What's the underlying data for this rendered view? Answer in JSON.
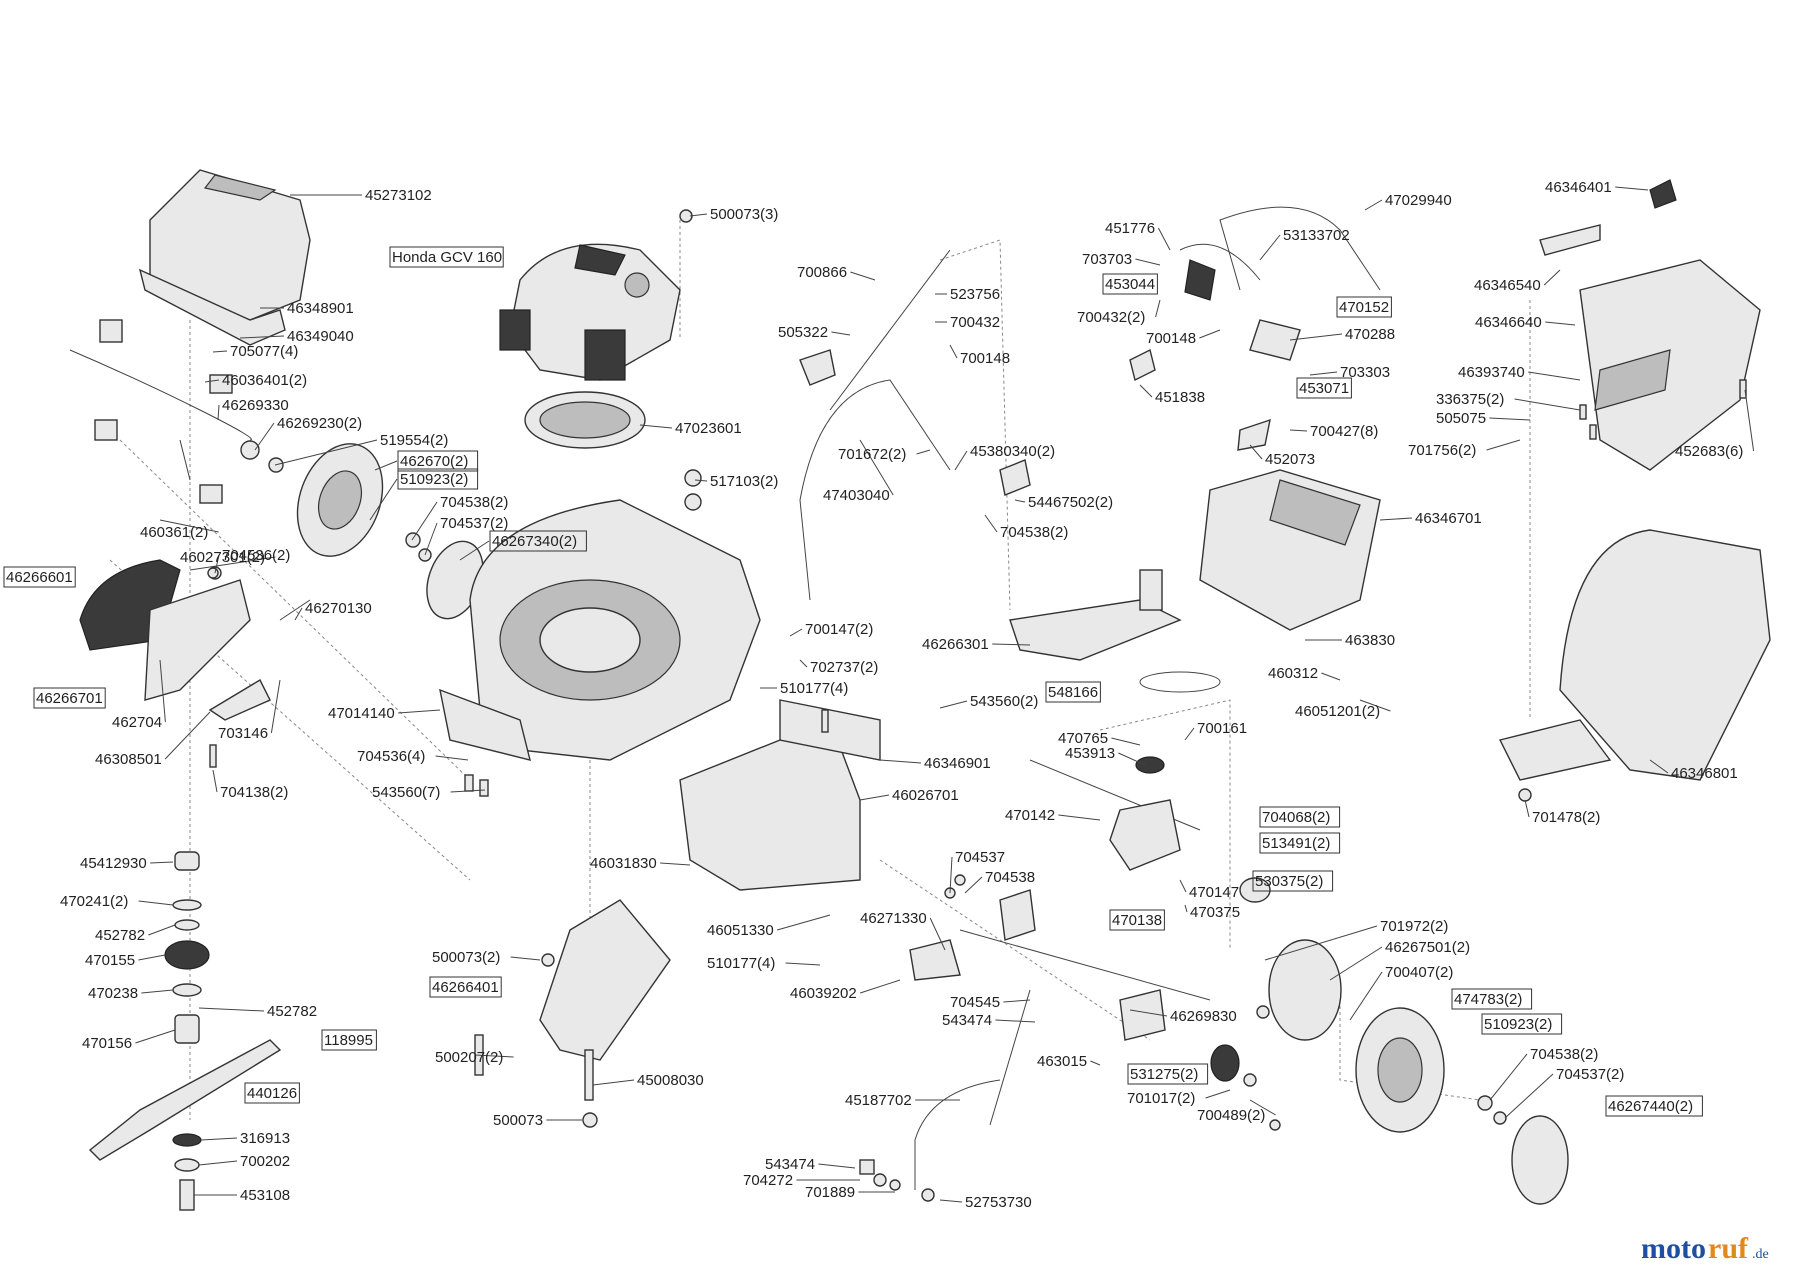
{
  "diagram": {
    "labels": [
      {
        "id": "l001",
        "text": "45273102",
        "boxed": false
      },
      {
        "id": "l002",
        "text": "46348901",
        "boxed": false
      },
      {
        "id": "l003",
        "text": "46349040",
        "boxed": false
      },
      {
        "id": "l004",
        "text": "705077(4)",
        "boxed": false
      },
      {
        "id": "l005",
        "text": "46036401(2)",
        "boxed": false
      },
      {
        "id": "l006",
        "text": "46269330",
        "boxed": false
      },
      {
        "id": "l007",
        "text": "46269230(2)",
        "boxed": false
      },
      {
        "id": "l008",
        "text": "519554(2)",
        "boxed": false
      },
      {
        "id": "l009",
        "text": "462670(2)",
        "boxed": true
      },
      {
        "id": "l010",
        "text": "510923(2)",
        "boxed": true
      },
      {
        "id": "l011",
        "text": "704538(2)",
        "boxed": false
      },
      {
        "id": "l012",
        "text": "704537(2)",
        "boxed": false
      },
      {
        "id": "l013",
        "text": "46267340(2)",
        "boxed": true
      },
      {
        "id": "l014",
        "text": "460361(2)",
        "boxed": false
      },
      {
        "id": "l015",
        "text": "46027301(2)",
        "boxed": false
      },
      {
        "id": "l016",
        "text": "704536(2)",
        "boxed": false
      },
      {
        "id": "l017",
        "text": "46266601",
        "boxed": true
      },
      {
        "id": "l018",
        "text": "46270130",
        "boxed": false
      },
      {
        "id": "l019",
        "text": "46266701",
        "boxed": true
      },
      {
        "id": "l020",
        "text": "462704",
        "boxed": false
      },
      {
        "id": "l021",
        "text": "703146",
        "boxed": false
      },
      {
        "id": "l022",
        "text": "46308501",
        "boxed": false
      },
      {
        "id": "l023",
        "text": "704138(2)",
        "boxed": false
      },
      {
        "id": "l024",
        "text": "Honda GCV 160",
        "boxed": true
      },
      {
        "id": "l025",
        "text": "500073(3)",
        "boxed": false
      },
      {
        "id": "l026",
        "text": "47023601",
        "boxed": false
      },
      {
        "id": "l027",
        "text": "517103(2)",
        "boxed": false
      },
      {
        "id": "l028",
        "text": "700147(2)",
        "boxed": false
      },
      {
        "id": "l029",
        "text": "702737(2)",
        "boxed": false
      },
      {
        "id": "l030",
        "text": "510177(4)",
        "boxed": false
      },
      {
        "id": "l031",
        "text": "47014140",
        "boxed": false
      },
      {
        "id": "l032",
        "text": "704536(4)",
        "boxed": false
      },
      {
        "id": "l033",
        "text": "543560(7)",
        "boxed": false
      },
      {
        "id": "l034",
        "text": "700866",
        "boxed": false
      },
      {
        "id": "l035",
        "text": "523756",
        "boxed": false
      },
      {
        "id": "l036",
        "text": "700432",
        "boxed": false
      },
      {
        "id": "l037",
        "text": "505322",
        "boxed": false
      },
      {
        "id": "l038",
        "text": "700148",
        "boxed": false
      },
      {
        "id": "l039",
        "text": "701672(2)",
        "boxed": false
      },
      {
        "id": "l040",
        "text": "45380340(2)",
        "boxed": false
      },
      {
        "id": "l041",
        "text": "47403040",
        "boxed": false
      },
      {
        "id": "l042",
        "text": "54467502(2)",
        "boxed": false
      },
      {
        "id": "l043",
        "text": "704538(2)",
        "boxed": false
      },
      {
        "id": "l044",
        "text": "46266301",
        "boxed": false
      },
      {
        "id": "l045",
        "text": "543560(2)",
        "boxed": false
      },
      {
        "id": "l046",
        "text": "548166",
        "boxed": true
      },
      {
        "id": "l047",
        "text": "46346901",
        "boxed": false
      },
      {
        "id": "l048",
        "text": "46026701",
        "boxed": false
      },
      {
        "id": "l049",
        "text": "46031830",
        "boxed": false
      },
      {
        "id": "l050",
        "text": "46051330",
        "boxed": false
      },
      {
        "id": "l051",
        "text": "46271330",
        "boxed": false
      },
      {
        "id": "l052",
        "text": "510177(4)",
        "boxed": false
      },
      {
        "id": "l053",
        "text": "46039202",
        "boxed": false
      },
      {
        "id": "l054",
        "text": "47029940",
        "boxed": false
      },
      {
        "id": "l055",
        "text": "451776",
        "boxed": false
      },
      {
        "id": "l056",
        "text": "53133702",
        "boxed": false
      },
      {
        "id": "l057",
        "text": "703703",
        "boxed": false
      },
      {
        "id": "l058",
        "text": "453044",
        "boxed": true
      },
      {
        "id": "l059",
        "text": "700432(2)",
        "boxed": false
      },
      {
        "id": "l060",
        "text": "470152",
        "boxed": true
      },
      {
        "id": "l061",
        "text": "700148",
        "boxed": false
      },
      {
        "id": "l062",
        "text": "470288",
        "boxed": false
      },
      {
        "id": "l063",
        "text": "703303",
        "boxed": false
      },
      {
        "id": "l064",
        "text": "451838",
        "boxed": false
      },
      {
        "id": "l065",
        "text": "453071",
        "boxed": true
      },
      {
        "id": "l066",
        "text": "700427(8)",
        "boxed": false
      },
      {
        "id": "l067",
        "text": "452073",
        "boxed": false
      },
      {
        "id": "l068",
        "text": "46346701",
        "boxed": false
      },
      {
        "id": "l069",
        "text": "463830",
        "boxed": false
      },
      {
        "id": "l070",
        "text": "460312",
        "boxed": false
      },
      {
        "id": "l071",
        "text": "46051201(2)",
        "boxed": false
      },
      {
        "id": "l072",
        "text": "470765",
        "boxed": false
      },
      {
        "id": "l073",
        "text": "453913",
        "boxed": false
      },
      {
        "id": "l074",
        "text": "700161",
        "boxed": false
      },
      {
        "id": "l075",
        "text": "470142",
        "boxed": false
      },
      {
        "id": "l076",
        "text": "704068(2)",
        "boxed": true
      },
      {
        "id": "l077",
        "text": "513491(2)",
        "boxed": true
      },
      {
        "id": "l078",
        "text": "704537",
        "boxed": false
      },
      {
        "id": "l079",
        "text": "704538",
        "boxed": false
      },
      {
        "id": "l080",
        "text": "530375(2)",
        "boxed": true
      },
      {
        "id": "l081",
        "text": "470147",
        "boxed": false
      },
      {
        "id": "l082",
        "text": "470138",
        "boxed": true
      },
      {
        "id": "l083",
        "text": "470375",
        "boxed": false
      },
      {
        "id": "l084",
        "text": "701972(2)",
        "boxed": false
      },
      {
        "id": "l085",
        "text": "46267501(2)",
        "boxed": false
      },
      {
        "id": "l086",
        "text": "700407(2)",
        "boxed": false
      },
      {
        "id": "l087",
        "text": "474783(2)",
        "boxed": true
      },
      {
        "id": "l088",
        "text": "510923(2)",
        "boxed": true
      },
      {
        "id": "l089",
        "text": "704538(2)",
        "boxed": false
      },
      {
        "id": "l090",
        "text": "704537(2)",
        "boxed": false
      },
      {
        "id": "l091",
        "text": "46267440(2)",
        "boxed": true
      },
      {
        "id": "l092",
        "text": "704545",
        "boxed": false
      },
      {
        "id": "l093",
        "text": "543474",
        "boxed": false
      },
      {
        "id": "l094",
        "text": "46269830",
        "boxed": false
      },
      {
        "id": "l095",
        "text": "463015",
        "boxed": false
      },
      {
        "id": "l096",
        "text": "531275(2)",
        "boxed": true
      },
      {
        "id": "l097",
        "text": "701017(2)",
        "boxed": false
      },
      {
        "id": "l098",
        "text": "700489(2)",
        "boxed": false
      },
      {
        "id": "l099",
        "text": "45187702",
        "boxed": false
      },
      {
        "id": "l100",
        "text": "543474",
        "boxed": false
      },
      {
        "id": "l101",
        "text": "704272",
        "boxed": false
      },
      {
        "id": "l102",
        "text": "701889",
        "boxed": false
      },
      {
        "id": "l103",
        "text": "52753730",
        "boxed": false
      },
      {
        "id": "l104",
        "text": "46346401",
        "boxed": false
      },
      {
        "id": "l105",
        "text": "46346540",
        "boxed": false
      },
      {
        "id": "l106",
        "text": "46346640",
        "boxed": false
      },
      {
        "id": "l107",
        "text": "46393740",
        "boxed": false
      },
      {
        "id": "l108",
        "text": "336375(2)",
        "boxed": false
      },
      {
        "id": "l109",
        "text": "505075",
        "boxed": false
      },
      {
        "id": "l110",
        "text": "701756(2)",
        "boxed": false
      },
      {
        "id": "l111",
        "text": "452683(6)",
        "boxed": false
      },
      {
        "id": "l112",
        "text": "46346801",
        "boxed": false
      },
      {
        "id": "l113",
        "text": "701478(2)",
        "boxed": false
      },
      {
        "id": "l114",
        "text": "45412930",
        "boxed": false
      },
      {
        "id": "l115",
        "text": "470241(2)",
        "boxed": false
      },
      {
        "id": "l116",
        "text": "452782",
        "boxed": false
      },
      {
        "id": "l117",
        "text": "470155",
        "boxed": false
      },
      {
        "id": "l118",
        "text": "470238",
        "boxed": false
      },
      {
        "id": "l119",
        "text": "452782",
        "boxed": false
      },
      {
        "id": "l120",
        "text": "470156",
        "boxed": false
      },
      {
        "id": "l121",
        "text": "118995",
        "boxed": true
      },
      {
        "id": "l122",
        "text": "440126",
        "boxed": true
      },
      {
        "id": "l123",
        "text": "316913",
        "boxed": false
      },
      {
        "id": "l124",
        "text": "700202",
        "boxed": false
      },
      {
        "id": "l125",
        "text": "453108",
        "boxed": false
      },
      {
        "id": "l126",
        "text": "500073(2)",
        "boxed": false
      },
      {
        "id": "l127",
        "text": "46266401",
        "boxed": true
      },
      {
        "id": "l128",
        "text": "500207(2)",
        "boxed": false
      },
      {
        "id": "l129",
        "text": "45008030",
        "boxed": false
      },
      {
        "id": "l130",
        "text": "500073",
        "boxed": false
      }
    ]
  },
  "watermark": {
    "part1": "moto",
    "part2": "ruf",
    "part3": ".de"
  },
  "colors": {
    "line": "#333333",
    "fill": "#e9e9e9",
    "dark": "#3a3a3a",
    "watermark_blue": "#1f4fa0",
    "watermark_orange": "#e08a1e"
  }
}
